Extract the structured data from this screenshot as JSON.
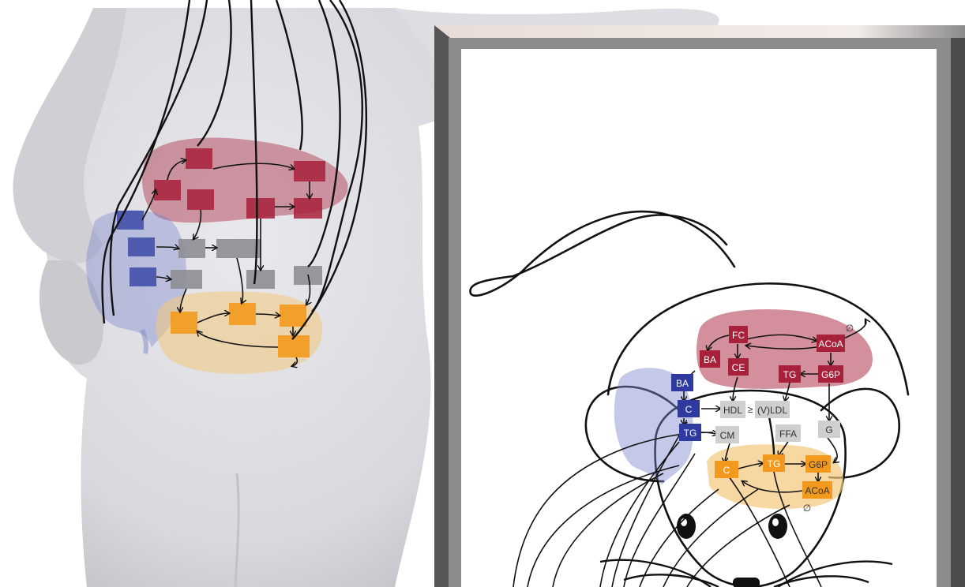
{
  "colors": {
    "liver": "#a8213a",
    "intestine": "#2f3aa0",
    "plasma": "#bdbdbd",
    "adipose": "#f39a1e",
    "figure_body": "#dcdce0",
    "frame": "#6a6a6a"
  },
  "human_panel": {
    "node_count_liver": 6,
    "node_count_intestine": 3,
    "node_count_plasma": 5,
    "node_count_adipose": 4
  },
  "mouse_panel": {
    "liver_nodes": [
      "FC",
      "ACoA",
      "BA",
      "CE",
      "TG",
      "G6P"
    ],
    "intestine_nodes": [
      "BA",
      "C",
      "TG"
    ],
    "plasma_nodes": [
      "HDL",
      "(V)LDL",
      "CM",
      "FFA",
      "G"
    ],
    "plasma_symbol": "≥",
    "adipose_nodes": [
      "C",
      "TG",
      "G6P",
      "ACoA"
    ],
    "degradation_symbol": "∅"
  }
}
